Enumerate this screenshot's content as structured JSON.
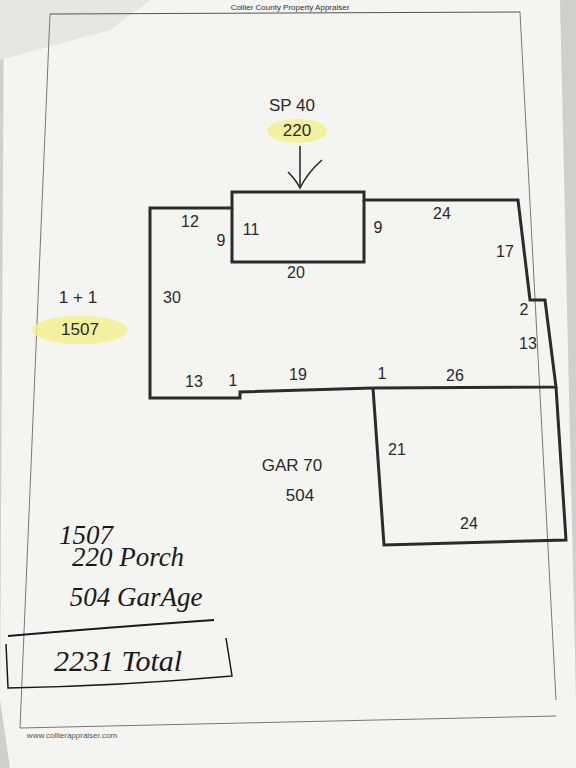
{
  "diagram": {
    "labels": [
      "Collier County Property Appraiser",
      "SP 40",
      "220",
      "12",
      "9",
      "11",
      "9",
      "24",
      "17",
      "30",
      "20",
      "2",
      "13",
      "13",
      "1",
      "19",
      "1",
      "26",
      "21",
      "24",
      "1 + 1",
      "1507",
      "GAR 70",
      "504",
      "1507",
      "220 Porch",
      "504 GarAge",
      "2231 Total",
      "www.collierappraiser.com"
    ]
  }
}
